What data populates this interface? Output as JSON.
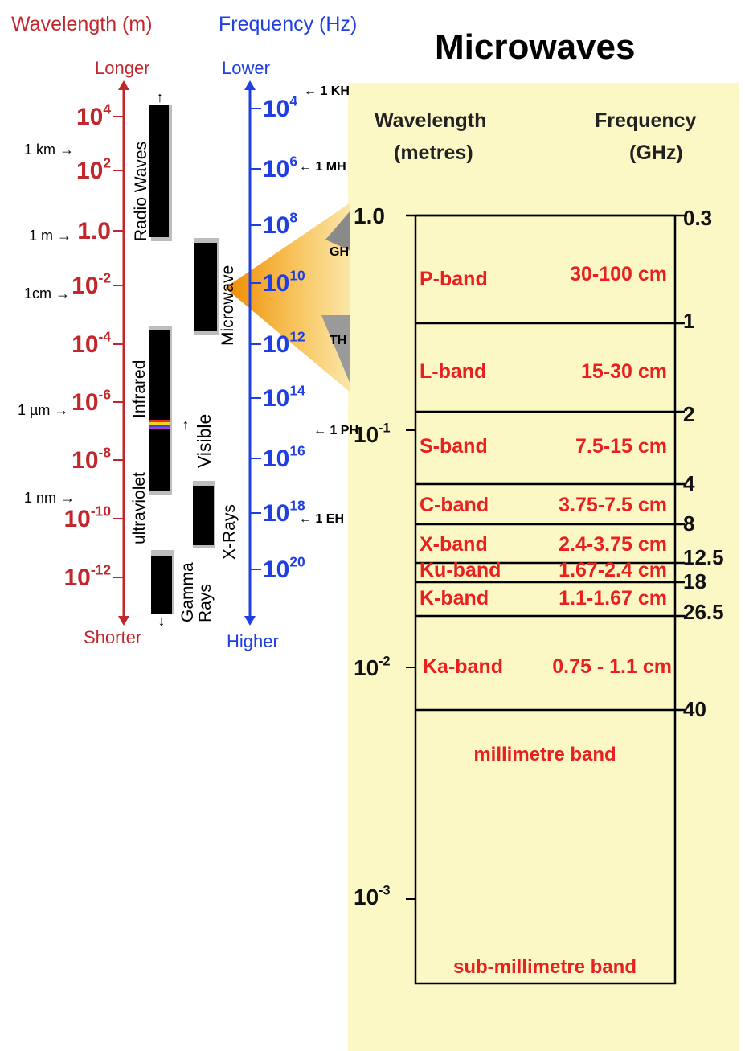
{
  "left_header": {
    "wavelength_title": "Wavelength (m)",
    "frequency_title": "Frequency (Hz)",
    "longer": "Longer",
    "shorter": "Shorter",
    "lower": "Lower",
    "higher": "Higher"
  },
  "wavelength_axis": {
    "ticks": [
      {
        "base": "10",
        "exp": "4"
      },
      {
        "base": "10",
        "exp": "2"
      },
      {
        "base": "1.0",
        "exp": ""
      },
      {
        "base": "10",
        "exp": "-2"
      },
      {
        "base": "10",
        "exp": "-4"
      },
      {
        "base": "10",
        "exp": "-6"
      },
      {
        "base": "10",
        "exp": "-8"
      },
      {
        "base": "10",
        "exp": "-10"
      },
      {
        "base": "10",
        "exp": "-12"
      }
    ],
    "markers": [
      "1 km",
      "1 m",
      "1cm",
      "1 µm",
      "1 nm"
    ]
  },
  "frequency_axis": {
    "ticks": [
      {
        "base": "10",
        "exp": "4"
      },
      {
        "base": "10",
        "exp": "6"
      },
      {
        "base": "10",
        "exp": "8"
      },
      {
        "base": "10",
        "exp": "10"
      },
      {
        "base": "10",
        "exp": "12"
      },
      {
        "base": "10",
        "exp": "14"
      },
      {
        "base": "10",
        "exp": "16"
      },
      {
        "base": "10",
        "exp": "18"
      },
      {
        "base": "10",
        "exp": "20"
      }
    ],
    "markers": [
      "1 KH",
      "1 MH",
      "GH",
      "TH",
      "1 PH",
      "1 EH"
    ]
  },
  "regions": {
    "radio": "Radio Waves",
    "microwave": "Microwave",
    "infrared": "Infrared",
    "ultraviolet": "ultraviolet",
    "visible": "Visible",
    "xrays": "X-Rays",
    "gamma": "Gamma Rays"
  },
  "microwaves_panel": {
    "title": "Microwaves",
    "wavelength_header": [
      "Wavelength",
      "(metres)"
    ],
    "frequency_header": [
      "Frequency",
      "(GHz)"
    ],
    "wavelength_labels": [
      {
        "base": "1.0",
        "exp": ""
      },
      {
        "base": "10",
        "exp": "-1"
      },
      {
        "base": "10",
        "exp": "-2"
      },
      {
        "base": "10",
        "exp": "-3"
      }
    ],
    "frequency_labels": [
      "0.3",
      "1",
      "2",
      "4",
      "8",
      "12.5",
      "18",
      "26.5",
      "40"
    ],
    "bands": [
      {
        "name": "P-band",
        "range": "30-100 cm"
      },
      {
        "name": "L-band",
        "range": "15-30 cm"
      },
      {
        "name": "S-band",
        "range": "7.5-15 cm"
      },
      {
        "name": "C-band",
        "range": "3.75-7.5 cm"
      },
      {
        "name": "X-band",
        "range": "2.4-3.75 cm"
      },
      {
        "name": "Ku-band",
        "range": "1.67-2.4 cm"
      },
      {
        "name": "K-band",
        "range": "1.1-1.67 cm"
      },
      {
        "name": "Ka-band",
        "range": "0.75 - 1.1 cm"
      },
      {
        "name": "millimetre band",
        "range": ""
      },
      {
        "name": "sub-millimetre band",
        "range": ""
      }
    ]
  },
  "colors": {
    "wavelength": "#c0282d",
    "frequency": "#1f3fe0",
    "panel": "#fbf8c6",
    "band_text": "#e8201f"
  }
}
